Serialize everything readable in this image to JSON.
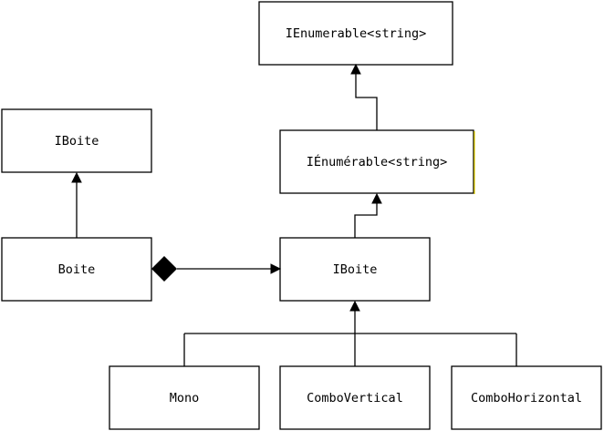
{
  "nodes": {
    "ienumerable_string": "IEnumerable<string>",
    "ienumerable_string_fr": "IÉnumérable<string>",
    "iboite_top": "IBoite",
    "boite": "Boite",
    "iboite_mid": "IBoite",
    "mono": "Mono",
    "combo_vertical": "ComboVertical",
    "combo_horizontal": "ComboHorizontal"
  }
}
